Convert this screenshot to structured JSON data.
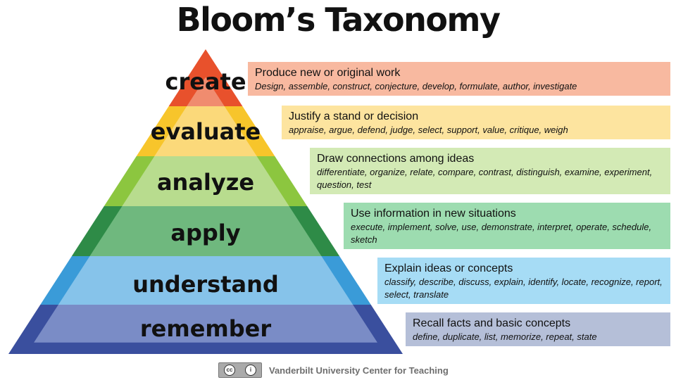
{
  "title": "Bloom’s Taxonomy",
  "levels": [
    {
      "label": "create",
      "description": "Produce new or original work",
      "verbs": "Design, assemble, construct, conjecture, develop, formulate, author, investigate",
      "edge_color": "#e8512c",
      "fill_color": "#f08c6f",
      "box_color": "#f8b9a0"
    },
    {
      "label": "evaluate",
      "description": "Justify a stand or decision",
      "verbs": "appraise, argue, defend, judge, select, support, value, critique, weigh",
      "edge_color": "#f7c52b",
      "fill_color": "#fbd97a",
      "box_color": "#fde49f"
    },
    {
      "label": "analyze",
      "description": "Draw connections among ideas",
      "verbs": "differentiate, organize, relate, compare, contrast, distinguish, examine, experiment, question, test",
      "edge_color": "#8cc63f",
      "fill_color": "#b8dc8e",
      "box_color": "#d3eab5"
    },
    {
      "label": "apply",
      "description": "Use information in new situations",
      "verbs": "execute, implement, solve, use, demonstrate, interpret, operate, schedule, sketch",
      "edge_color": "#2e8b47",
      "fill_color": "#6fb87e",
      "box_color": "#9ddcb0"
    },
    {
      "label": "understand",
      "description": "Explain ideas or concepts",
      "verbs": "classify, describe, discuss, explain, identify, locate, recognize, report, select, translate",
      "edge_color": "#3a9bd8",
      "fill_color": "#86c3ea",
      "box_color": "#a6dcf5"
    },
    {
      "label": "remember",
      "description": "Recall facts and basic concepts",
      "verbs": "define, duplicate, list, memorize, repeat, state",
      "edge_color": "#3a4f9e",
      "fill_color": "#7a8cc6",
      "box_color": "#b5bfd8"
    }
  ],
  "footer": {
    "license_icon": "cc-by-icon",
    "text": "Vanderbilt University Center for Teaching"
  }
}
